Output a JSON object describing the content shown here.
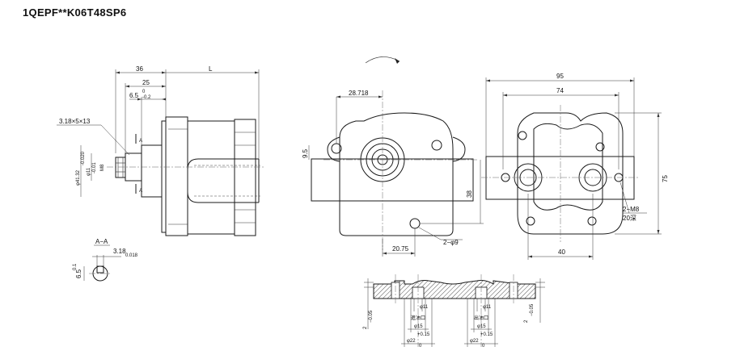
{
  "title": "1QEPF**K06T48SP6",
  "side_view": {
    "dim_36": "36",
    "dim_25": "25",
    "dim_L": "L",
    "dim_6_5": "6.5",
    "dim_6_5_tol_top": "0",
    "dim_6_5_tol_bot": "-0.2",
    "spline": "3.18×5×13",
    "shaft_dia_main": "φ41.32",
    "shaft_dia_main_tol": "-0.020",
    "shaft_dia_small": "φ11",
    "shaft_dia_small_tol": "-0.01",
    "thread": "M8",
    "section_mark_top": "A",
    "section_mark_bot": "A"
  },
  "section_aa": {
    "title": "A−A",
    "width": "3.18",
    "width_tol": "0.018",
    "depth": "6.5",
    "depth_tol": "0.1"
  },
  "front_view": {
    "dim_28_718": "28.718",
    "dim_9_5": "9.5",
    "dim_38": "38",
    "dim_20_75": "20.75",
    "holes": "2−φ9"
  },
  "back_view": {
    "dim_95": "95",
    "dim_74": "74",
    "dim_75": "75",
    "dim_40": "40",
    "thread_holes": "2−M8",
    "thread_depth": "20深"
  },
  "port_section": {
    "bore_left": "φ11",
    "bore_right": "φ11",
    "label_in": "進油口",
    "label_out": "出油口",
    "dia15_left": "φ15",
    "dia15_right": "φ15",
    "dia22_left": "φ22",
    "dia22_right": "φ22",
    "dia22_tol_top": "+0.15",
    "dia22_tol_bot": "0",
    "depth_left": "2",
    "depth_right": "2",
    "depth_tol_left": "−0.05",
    "depth_tol_right": "−0.05"
  }
}
